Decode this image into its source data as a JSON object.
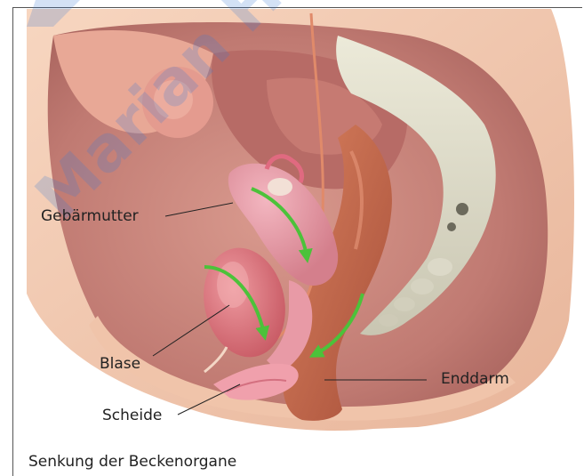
{
  "labels": {
    "uterus": "Gebärmutter",
    "bladder": "Blase",
    "vagina": "Scheide",
    "rectum": "Enddarm"
  },
  "caption": "Senkung der Beckenorgane",
  "watermark": "Marian Hea",
  "colors": {
    "skin": "#f3c9ae",
    "cavity": "#c98a80",
    "organ_pink": "#e79aa5",
    "bladder": "#d9737a",
    "rectum": "#c46a4a",
    "bone": "#dcd9c8",
    "arrow_green": "#4cc23a"
  }
}
